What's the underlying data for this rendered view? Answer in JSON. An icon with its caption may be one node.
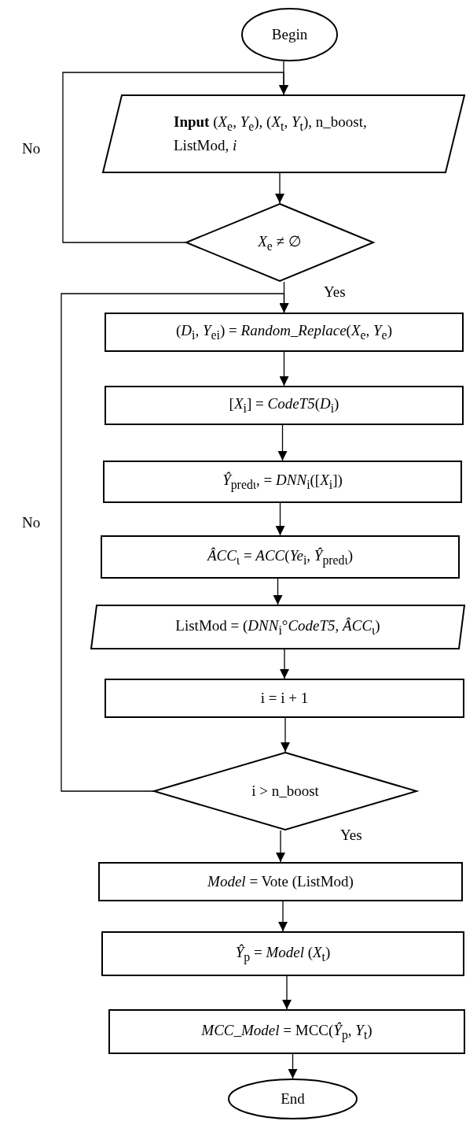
{
  "diagram": {
    "nodes": [
      {
        "text": [
          "Begin"
        ]
      },
      {
        "text": [
          "**Input** (*X*$_{e}$, *Y*$_{e}$), (*X*$_{t}$, *Y*$_{t}$), n_boost, ListMod, *i*"
        ]
      },
      {
        "text": [
          "*X*$_{e}$ ≠ ∅"
        ]
      },
      {
        "text": [
          "(*D*$_{i}$, *Y*$_{ei}$) = *Random_Replace*(*X*$_{e}$, *Y*$_{e}$)"
        ]
      },
      {
        "text": [
          "[*X*$_{i}$] = *CodeT5*(*D*$_{i}$)"
        ]
      },
      {
        "text": [
          "*Ŷ*$_{predι}$, = *DNN*$_{i}$([*X*$_{i}$])"
        ]
      },
      {
        "text": [
          "*ÂCC*$_{ι}$ = *ACC*(*Ye*$_{i}$, *Ŷ*$_{predι}$)"
        ]
      },
      {
        "text": [
          "ListMod = (*DNN*$_{i}$°*CodeT5*, *ÂCC*$_{ι}$)"
        ]
      },
      {
        "text": [
          "i = i + 1"
        ]
      },
      {
        "text": [
          "i > n_boost"
        ]
      },
      {
        "text": [
          "*Model* = Vote (ListMod)"
        ]
      },
      {
        "text": [
          "*Ŷ*$_{p}$ = *Model* (*X*$_{t}$)"
        ]
      },
      {
        "text": [
          "*MCC_Model* = MCC(*Ŷ*$_{p}$, *Y*$_{t}$)"
        ]
      },
      {
        "text": [
          "End"
        ]
      }
    ],
    "edges": [
      {
        "from": 0,
        "to": 1,
        "arrow": "to"
      },
      {
        "from": 1,
        "to": 2,
        "arrow": "to"
      },
      {
        "from": 2,
        "to": 1,
        "arrow": "to",
        "label": "No"
      },
      {
        "from": 2,
        "to": 3,
        "arrow": "to",
        "label": "Yes"
      },
      {
        "from": 3,
        "to": 4,
        "arrow": "to"
      },
      {
        "from": 4,
        "to": 5,
        "arrow": "to"
      },
      {
        "from": 5,
        "to": 6,
        "arrow": "to"
      },
      {
        "from": 6,
        "to": 7,
        "arrow": "to"
      },
      {
        "from": 7,
        "to": 8,
        "arrow": "to"
      },
      {
        "from": 8,
        "to": 9,
        "arrow": "to"
      },
      {
        "from": 9,
        "to": 3,
        "arrow": "to",
        "label": "No"
      },
      {
        "from": 9,
        "to": 10,
        "arrow": "to",
        "label": "Yes"
      },
      {
        "from": 10,
        "to": 11,
        "arrow": "to"
      },
      {
        "from": 11,
        "to": 12,
        "arrow": "to"
      },
      {
        "from": 12,
        "to": 13,
        "arrow": "to"
      }
    ]
  }
}
